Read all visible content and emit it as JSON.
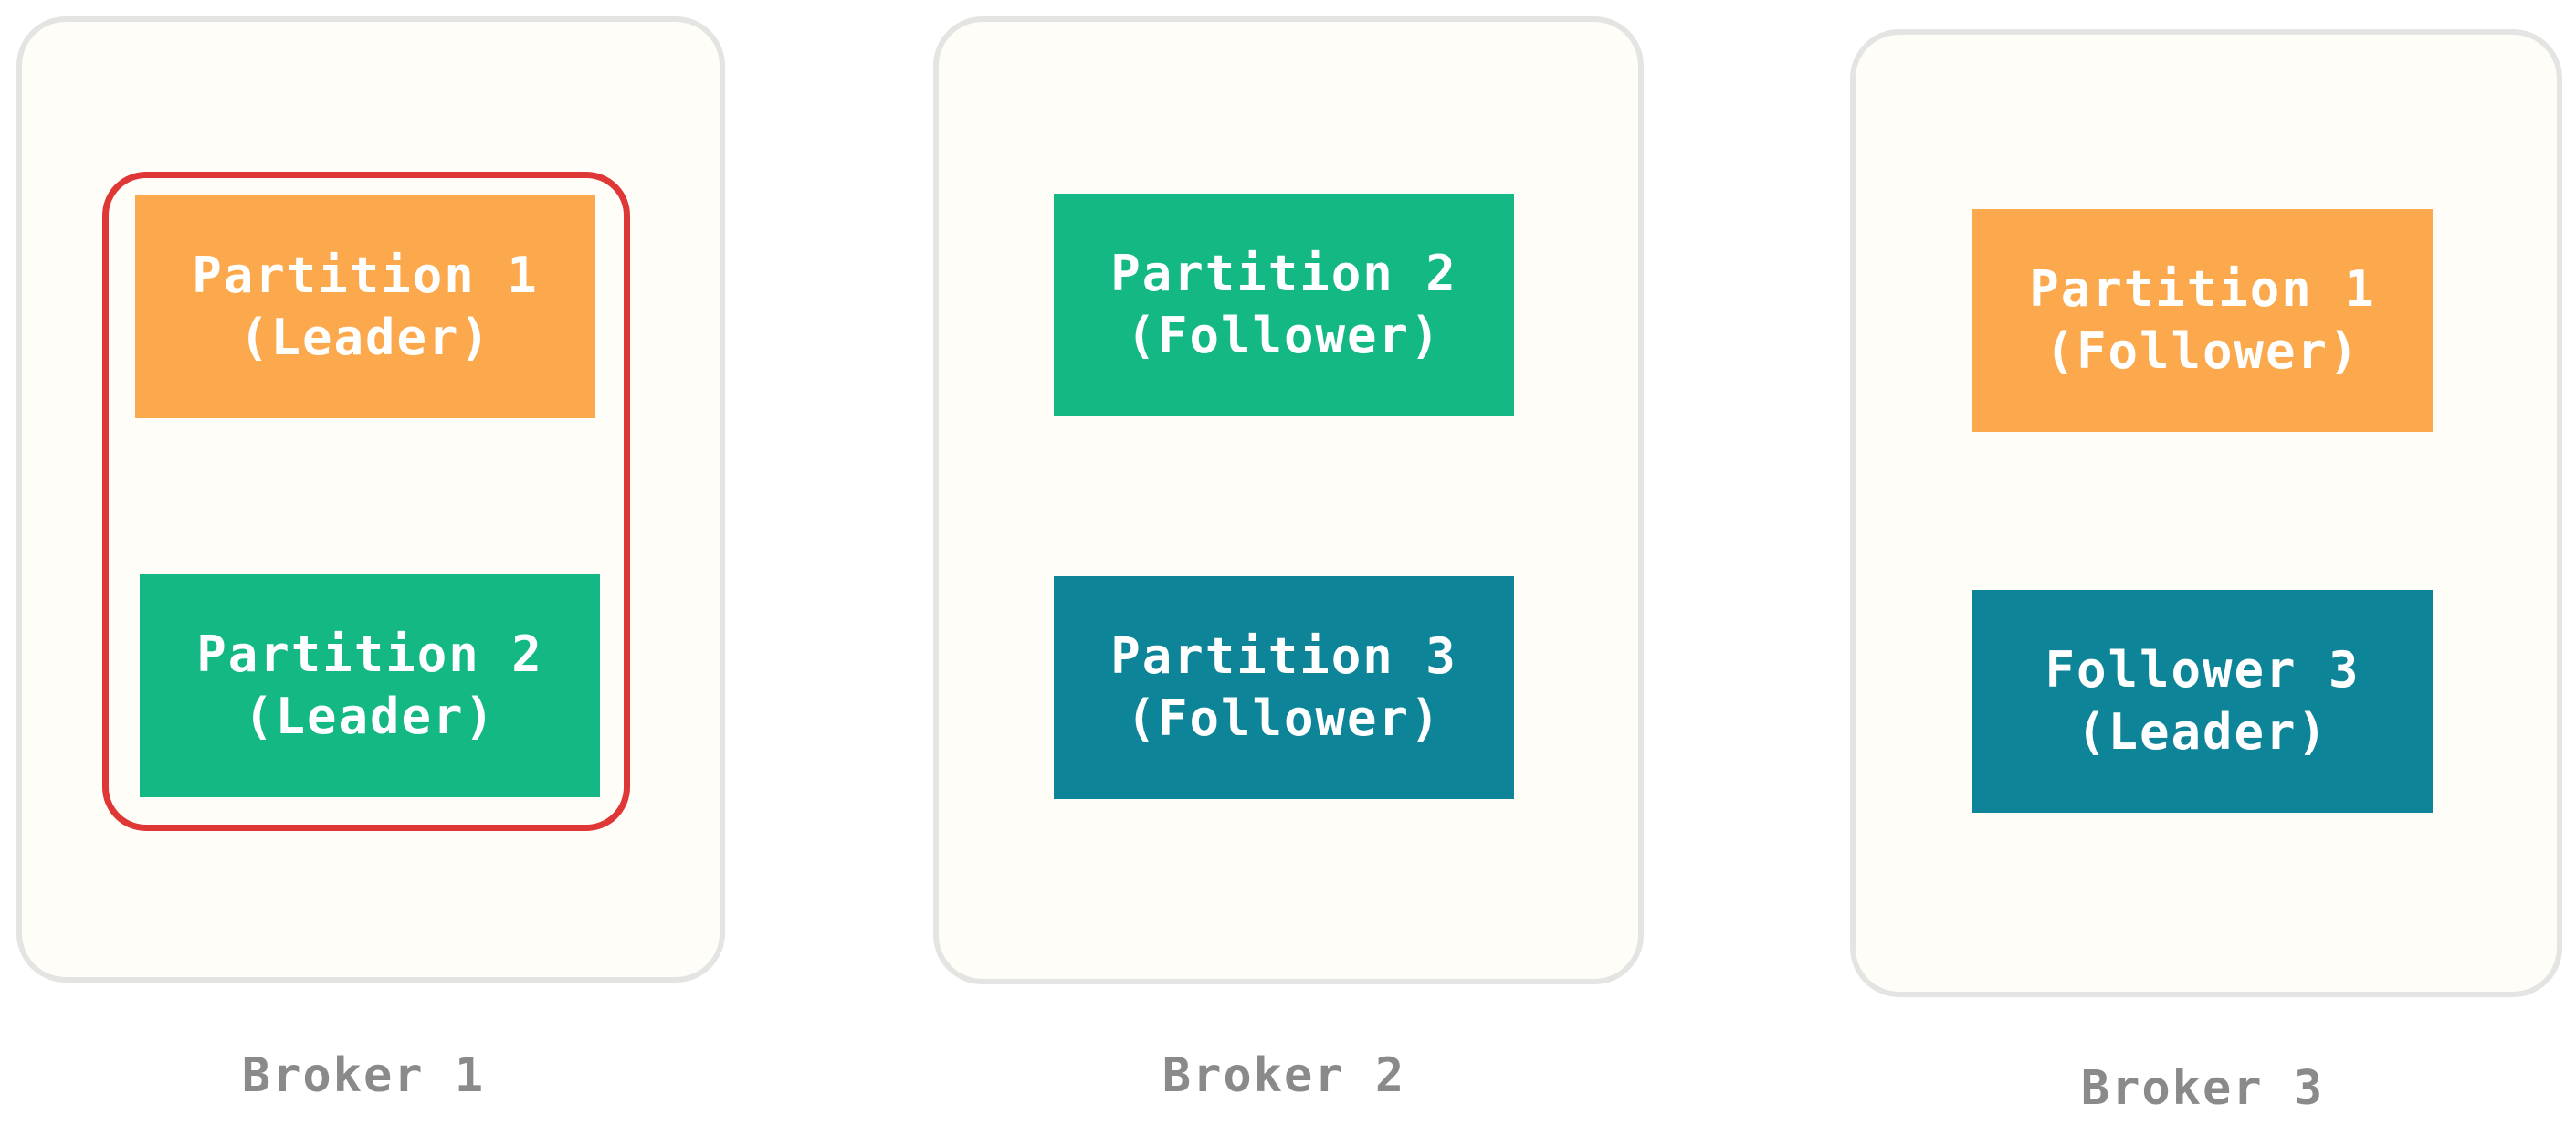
{
  "colors": {
    "partition_1": "#fca84c",
    "partition_2": "#13b885",
    "partition_3": "#0e8498",
    "highlight": "#df3636",
    "broker_fill": "#fefdf8",
    "broker_border": "#e4e4e2",
    "label": "#8a8a8a"
  },
  "brokers": [
    {
      "label": "Broker 1",
      "partitions": [
        {
          "line1": "Partition 1",
          "line2": "(Leader)"
        },
        {
          "line1": "Partition 2",
          "line2": "(Leader)"
        }
      ]
    },
    {
      "label": "Broker 2",
      "partitions": [
        {
          "line1": "Partition 2",
          "line2": "(Follower)"
        },
        {
          "line1": "Partition 3",
          "line2": "(Follower)"
        }
      ]
    },
    {
      "label": "Broker 3",
      "partitions": [
        {
          "line1": "Partition 1",
          "line2": "(Follower)"
        },
        {
          "line1": "Follower 3",
          "line2": "(Leader)"
        }
      ]
    }
  ]
}
